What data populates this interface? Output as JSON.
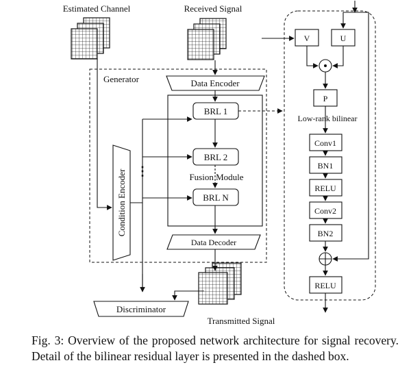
{
  "labels": {
    "estimated_channel": "Estimated Channel",
    "received_signal": "Received Signal",
    "generator": "Generator",
    "data_encoder": "Data Encoder",
    "brl1": "BRL 1",
    "brl2": "BRL 2",
    "brln": "BRL N",
    "fusion_module": "Fusion Module",
    "condition_encoder": "Condition Encoder",
    "data_decoder": "Data Decoder",
    "discriminator": "Discriminator",
    "transmitted_signal": "Transmitted Signal",
    "v": "V",
    "u": "U",
    "hadamard": "⊙",
    "p": "P",
    "low_rank_bilinear": "Low-rank bilinear",
    "conv1": "Conv1",
    "bn1": "BN1",
    "relu1": "RELU",
    "conv2": "Conv2",
    "bn2": "BN2",
    "plus": "⊕",
    "relu2": "RELU",
    "ellipsis": "⋮"
  },
  "caption": {
    "text": "Fig. 3: Overview of the proposed network architecture for signal recovery. Detail of the bilinear residual layer is presented in the dashed box."
  }
}
